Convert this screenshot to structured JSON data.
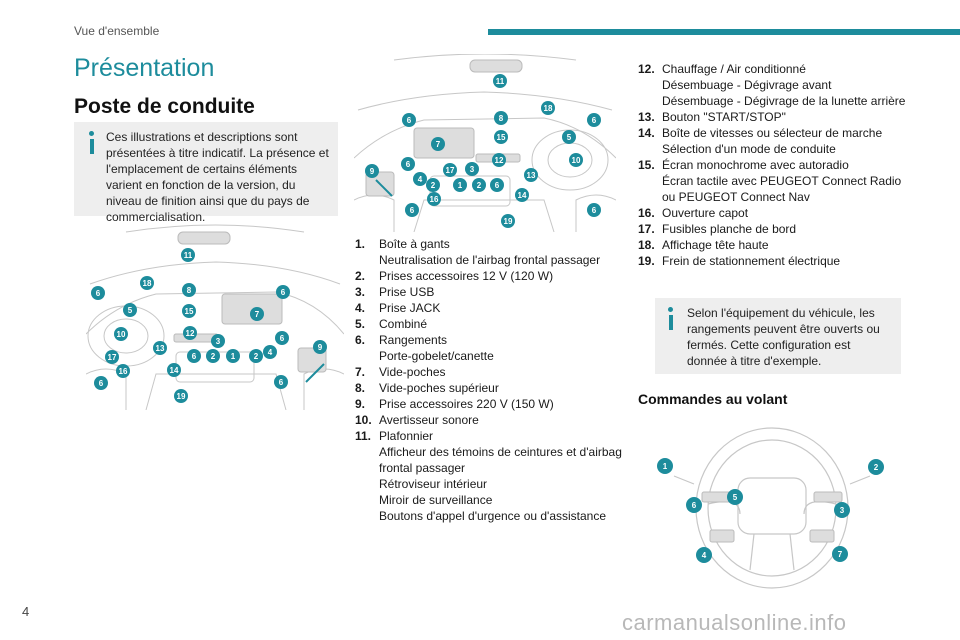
{
  "header": {
    "section_label": "Vue d'ensemble"
  },
  "page_title": "Présentation",
  "section_title": "Poste de conduite",
  "note1": "Ces illustrations et descriptions sont présentées à titre indicatif. La présence et l'emplacement de certains éléments varient en fonction de la version, du niveau de finition ainsi que du pays de commercialisation.",
  "legend": [
    {
      "num": "1.",
      "text": "Boîte à gants\nNeutralisation de l'airbag frontal passager"
    },
    {
      "num": "2.",
      "text": "Prises accessoires 12 V (120 W)"
    },
    {
      "num": "3.",
      "text": "Prise USB"
    },
    {
      "num": "4.",
      "text": "Prise JACK"
    },
    {
      "num": "5.",
      "text": "Combiné"
    },
    {
      "num": "6.",
      "text": "Rangements\nPorte-gobelet/canette"
    },
    {
      "num": "7.",
      "text": "Vide-poches"
    },
    {
      "num": "8.",
      "text": "Vide-poches supérieur"
    },
    {
      "num": "9.",
      "text": "Prise accessoires 220 V (150 W)"
    },
    {
      "num": "10.",
      "text": "Avertisseur sonore"
    },
    {
      "num": "11.",
      "text": "Plafonnier\nAfficheur des témoins de ceintures et d'airbag frontal passager\nRétroviseur intérieur\nMiroir de surveillance\nBoutons d'appel d'urgence ou d'assistance"
    },
    {
      "num": "12.",
      "text": "Chauffage / Air conditionné\nDésembuage - Dégivrage avant\nDésembuage - Dégivrage de la lunette arrière"
    },
    {
      "num": "13.",
      "text": "Bouton \"START/STOP\""
    },
    {
      "num": "14.",
      "text": "Boîte de vitesses ou sélecteur de marche\nSélection d'un mode de conduite"
    },
    {
      "num": "15.",
      "text": "Écran monochrome avec autoradio\nÉcran tactile avec PEUGEOT Connect Radio ou PEUGEOT Connect Nav"
    },
    {
      "num": "16.",
      "text": "Ouverture capot"
    },
    {
      "num": "17.",
      "text": "Fusibles planche de bord"
    },
    {
      "num": "18.",
      "text": "Affichage tête haute"
    },
    {
      "num": "19.",
      "text": "Frein de stationnement électrique"
    }
  ],
  "note2": "Selon l'équipement du véhicule, les rangements peuvent être ouverts ou fermés. Cette configuration est donnée à titre d'exemple.",
  "subsection_title": "Commandes au volant",
  "illustration_rhd_callouts": [
    "11",
    "18",
    "8",
    "6",
    "6",
    "5",
    "15",
    "7",
    "10",
    "12",
    "6",
    "3",
    "17",
    "13",
    "6",
    "2",
    "1",
    "2",
    "4",
    "9",
    "16",
    "14",
    "6",
    "6",
    "19"
  ],
  "illustration_lhd_callouts": [
    "11",
    "8",
    "18",
    "6",
    "7",
    "15",
    "5",
    "6",
    "10",
    "6",
    "17",
    "3",
    "12",
    "4",
    "2",
    "1",
    "2",
    "6",
    "13",
    "9",
    "14",
    "6",
    "16",
    "6",
    "19"
  ],
  "illustration_wheel_callouts": [
    "1",
    "2",
    "5",
    "6",
    "3",
    "4",
    "7"
  ],
  "page_number": "4",
  "watermark": "carmanualsonline.info",
  "colors": {
    "accent": "#1d8c9c",
    "note_bg": "#eeeeee"
  }
}
